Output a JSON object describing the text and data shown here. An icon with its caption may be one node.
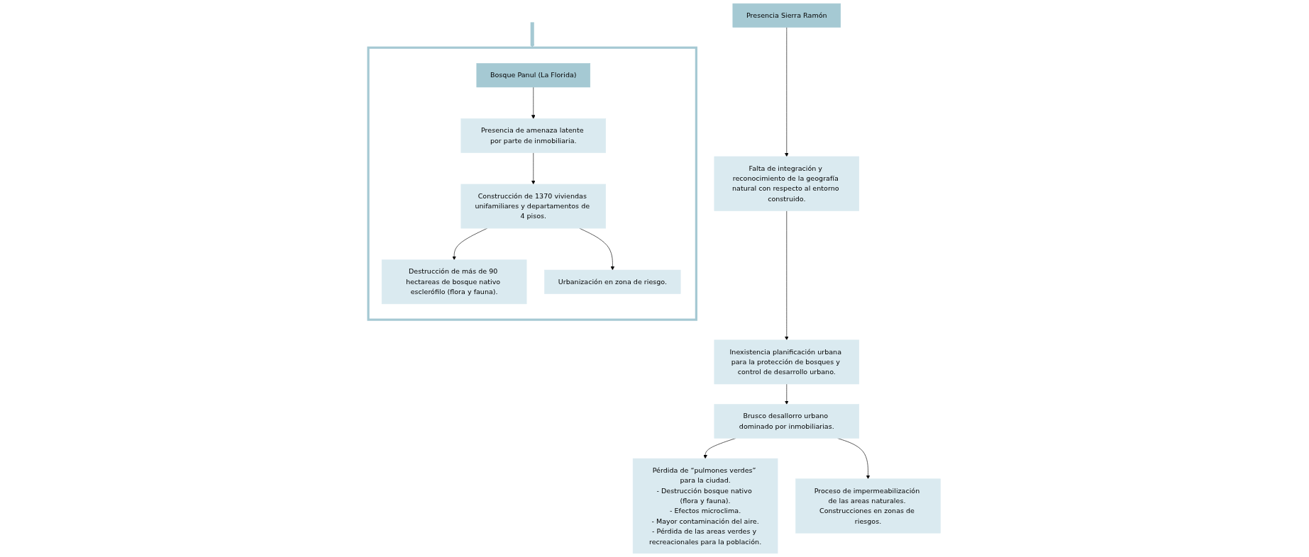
{
  "diagram": {
    "nodes": [
      {
        "text": [
          "Presencia Sierra Ramón"
        ]
      },
      {
        "text": [
          "Falta de integración y reconocimiento de la geografía natural con respecto al entorno construido."
        ]
      },
      {
        "text": [
          "Inexistencia planificación urbana para la protección de bosques y control de desarrollo urbano."
        ]
      },
      {
        "text": [
          "Brusco desallorro urbano dominado por inmobiliarias."
        ]
      },
      {
        "text": [
          "Pérdida de “pulmones verdes” para la ciudad.",
          "- Destrucción bosque nativo (flora y fauna).",
          "- Efectos microclima.",
          "- Mayor contaminación del aire.",
          "- Pérdida de las areas verdes y recreacionales para la población."
        ]
      },
      {
        "text": [
          "Proceso de impermeabilización de las areas naturales. Construcciones en zonas de riesgos."
        ]
      },
      {
        "text": [],
        "shape": "box"
      },
      {
        "text": [
          "Bosque Panul (La Florida)"
        ],
        "in": 6
      },
      {
        "text": [
          "Presencia de amenaza latente por parte de inmobiliaria."
        ],
        "in": 6
      },
      {
        "text": [
          "Construcción de 1370 viviendas unifamiliares y departamentos de 4 pisos."
        ],
        "in": 6
      },
      {
        "text": [
          "Destrucción de más de 90 hectareas de bosque nativo esclerófilo (flora y fauna)."
        ],
        "in": 6
      },
      {
        "text": [
          "Urbanización en zona de riesgo."
        ],
        "in": 6
      }
    ],
    "edges": [
      {
        "from": 0,
        "to": 1,
        "arrow": "to"
      },
      {
        "from": 1,
        "to": 2,
        "arrow": "to"
      },
      {
        "from": 2,
        "to": 3,
        "arrow": "to"
      },
      {
        "from": 3,
        "to": 4,
        "arrow": "to"
      },
      {
        "from": 3,
        "to": 5,
        "arrow": "to"
      },
      {
        "from": null,
        "to": 6,
        "arrow": "to",
        "style": "thick",
        "color": "#a5c9d3"
      },
      {
        "from": 7,
        "to": 8,
        "arrow": "to"
      },
      {
        "from": 8,
        "to": 9,
        "arrow": "to"
      },
      {
        "from": 9,
        "to": 10,
        "arrow": "to"
      },
      {
        "from": 9,
        "to": 11,
        "arrow": "to"
      }
    ]
  }
}
